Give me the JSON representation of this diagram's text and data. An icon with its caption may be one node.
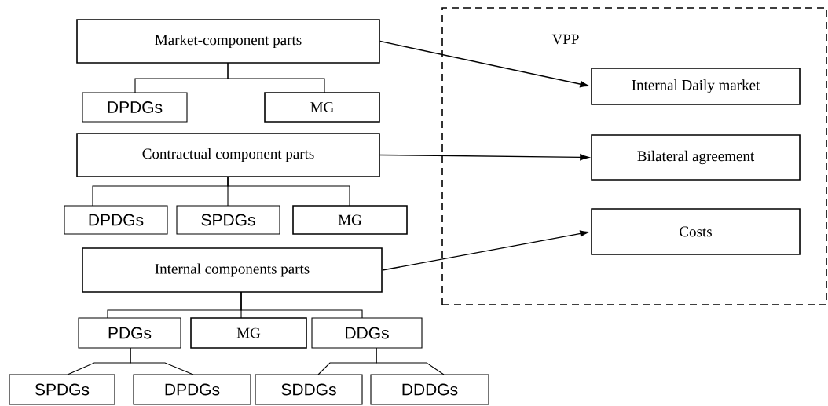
{
  "diagram": {
    "nodes": [
      {
        "text": [
          "Market-component parts"
        ]
      },
      {
        "text": [
          "DPDGs"
        ]
      },
      {
        "text": [
          "MG"
        ]
      },
      {
        "text": [
          "Contractual component parts"
        ]
      },
      {
        "text": [
          "DPDGs"
        ]
      },
      {
        "text": [
          "SPDGs"
        ]
      },
      {
        "text": [
          "MG"
        ]
      },
      {
        "text": [
          "Internal components parts"
        ]
      },
      {
        "text": [
          "PDGs"
        ]
      },
      {
        "text": [
          "MG"
        ]
      },
      {
        "text": [
          "DDGs"
        ]
      },
      {
        "text": [
          "SPDGs"
        ]
      },
      {
        "text": [
          "DPDGs"
        ]
      },
      {
        "text": [
          "SDDGs"
        ]
      },
      {
        "text": [
          "DDDGs"
        ]
      },
      {
        "text": [
          "VPP"
        ]
      },
      {
        "text": [
          "Internal Daily market"
        ],
        "in": 15
      },
      {
        "text": [
          "Bilateral agreement"
        ],
        "in": 15
      },
      {
        "text": [
          "Costs"
        ],
        "in": 15
      }
    ],
    "edges": [
      {
        "from": 0,
        "to": 1,
        "arrow": "none"
      },
      {
        "from": 0,
        "to": 2,
        "arrow": "none"
      },
      {
        "from": 3,
        "to": 4,
        "arrow": "none"
      },
      {
        "from": 3,
        "to": 5,
        "arrow": "none"
      },
      {
        "from": 3,
        "to": 6,
        "arrow": "none"
      },
      {
        "from": 7,
        "to": 8,
        "arrow": "none"
      },
      {
        "from": 7,
        "to": 9,
        "arrow": "none"
      },
      {
        "from": 7,
        "to": 10,
        "arrow": "none"
      },
      {
        "from": 8,
        "to": 11,
        "arrow": "none"
      },
      {
        "from": 8,
        "to": 12,
        "arrow": "none"
      },
      {
        "from": 10,
        "to": 13,
        "arrow": "none"
      },
      {
        "from": 10,
        "to": 14,
        "arrow": "none"
      },
      {
        "from": 0,
        "to": 16,
        "arrow": "to"
      },
      {
        "from": 3,
        "to": 17,
        "arrow": "to"
      },
      {
        "from": 7,
        "to": 18,
        "arrow": "to"
      }
    ]
  }
}
